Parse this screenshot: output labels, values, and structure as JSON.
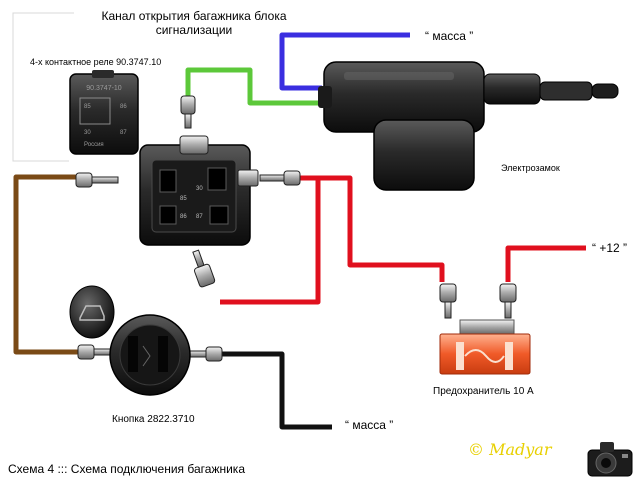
{
  "labels": {
    "title_line1": "Канал открытия багажника блока",
    "title_line2": "сигнализации",
    "relay": "4-х контактное реле 90.3747.10",
    "massa_top": "“ масса ”",
    "lock": "Электрозамок",
    "plus12": "“ +12 ”",
    "fuse": "Предохранитель 10 А",
    "button": "Кнопка 2822.3710",
    "massa_bottom": "“ масса ”",
    "caption": "Схема 4  :::  Схема подключения багажника",
    "signature": "© Madyar"
  },
  "relay_markings": {
    "top": "90.3747-10",
    "pins_small": [
      "85",
      "86",
      "30",
      "87"
    ],
    "brand": "Россия",
    "socket_pins": [
      "85",
      "30",
      "86",
      "87"
    ]
  },
  "colors": {
    "wire_white": "#ffffff",
    "wire_brown": "#7a4a16",
    "wire_green": "#5cc83a",
    "wire_blue": "#3a2ee0",
    "wire_red": "#e0101e",
    "wire_black": "#111111",
    "fuse_orange": "#f05a28",
    "signature_yellow": "#e8d000"
  }
}
